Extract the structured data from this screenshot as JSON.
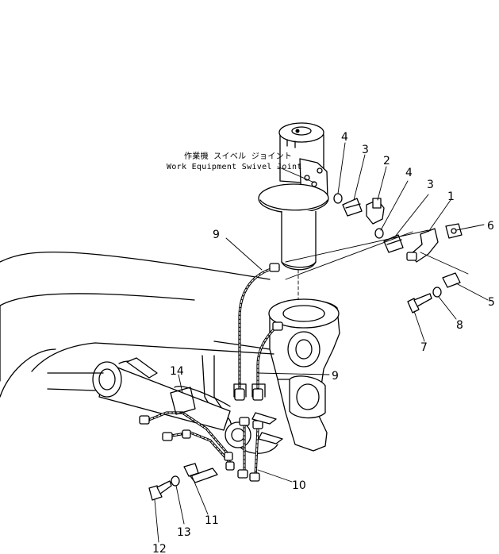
{
  "caption": {
    "japanese": "作業機 スイベル ジョイント",
    "english": "Work Equipment Swivel Joint"
  },
  "callouts": [
    "1",
    "2",
    "3",
    "3",
    "4",
    "4",
    "5",
    "6",
    "7",
    "8",
    "9",
    "9",
    "10",
    "11",
    "12",
    "13",
    "14"
  ]
}
